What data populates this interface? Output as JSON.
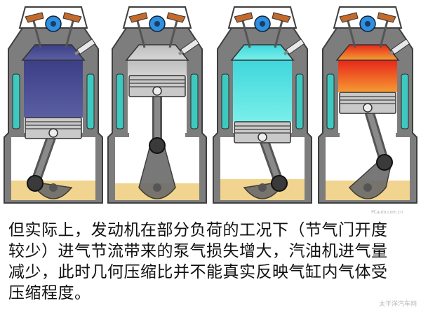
{
  "caption": {
    "lines": [
      "但实际上，发动机在部分负荷的工况下（节气门开度",
      "较少）进气节流带来的泵气损失增大，汽油机进气量",
      "减少，此时几何压缩比并不能真实反映气缸内气体受",
      "压缩程度。"
    ]
  },
  "watermark": "太平洋汽车网",
  "watermark_sub": "PCauto.com.cn",
  "colors": {
    "coolant": "#3ec9c0",
    "block": "#7d7d7d",
    "block_dark": "#3e3e3e",
    "sump_oil": "#f0d48f",
    "valve_cam": "#c46a2c",
    "injector": "#2f8fe0",
    "piston": "#c9c9c9"
  },
  "stages": [
    {
      "name": "intake",
      "gas": [
        "#3c3f86",
        "#5b5fa3"
      ]
    },
    {
      "name": "compression",
      "gas": [
        "#bdbdbd",
        "#d6d6d6"
      ]
    },
    {
      "name": "exhaust",
      "gas": [
        "#3fd6dc",
        "#7af0ea"
      ]
    },
    {
      "name": "power",
      "gas": [
        "#e8261a",
        "#f5a033"
      ]
    }
  ]
}
